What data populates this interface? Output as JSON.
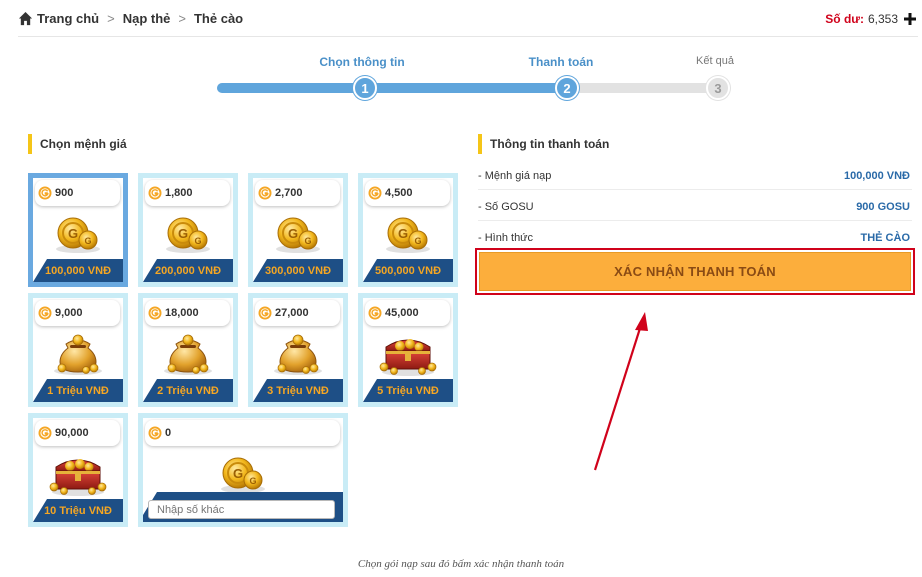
{
  "breadcrumb": {
    "items": [
      "Trang chủ",
      "Nạp thẻ",
      "Thẻ cào"
    ],
    "separator": ">"
  },
  "balance": {
    "label": "Số dư:",
    "value": "6,353"
  },
  "steps": [
    {
      "label": "Chọn thông tin",
      "number": "1",
      "state": "done"
    },
    {
      "label": "Thanh toán",
      "number": "2",
      "state": "active"
    },
    {
      "label": "Kết quả",
      "number": "3",
      "state": "inactive"
    }
  ],
  "denominations": {
    "title": "Chọn mệnh giá",
    "cards": [
      {
        "gold": "900",
        "price": "100,000 VNĐ",
        "selected": true,
        "icon": "coins-icon"
      },
      {
        "gold": "1,800",
        "price": "200,000 VNĐ",
        "selected": false,
        "icon": "coins-icon"
      },
      {
        "gold": "2,700",
        "price": "300,000 VNĐ",
        "selected": false,
        "icon": "coins-icon"
      },
      {
        "gold": "4,500",
        "price": "500,000 VNĐ",
        "selected": false,
        "icon": "coins-icon"
      },
      {
        "gold": "9,000",
        "price": "1 Triệu VNĐ",
        "selected": false,
        "icon": "gold-bag-icon"
      },
      {
        "gold": "18,000",
        "price": "2 Triệu VNĐ",
        "selected": false,
        "icon": "gold-bag-icon"
      },
      {
        "gold": "27,000",
        "price": "3 Triệu VNĐ",
        "selected": false,
        "icon": "gold-bag-icon"
      },
      {
        "gold": "45,000",
        "price": "5 Triệu VNĐ",
        "selected": false,
        "icon": "treasure-chest-icon"
      },
      {
        "gold": "90,000",
        "price": "10 Triệu VNĐ",
        "selected": false,
        "icon": "treasure-chest-icon"
      }
    ],
    "custom": {
      "gold": "0",
      "placeholder": "Nhập số khác"
    }
  },
  "payment": {
    "title": "Thông tin thanh toán",
    "rows": [
      {
        "label": "- Mệnh giá nạp",
        "value": "100,000 VNĐ"
      },
      {
        "label": "- Số GOSU",
        "value": "900 GOSU"
      },
      {
        "label": "- Hình thức",
        "value": "THẺ CÀO"
      }
    ],
    "confirm_label": "XÁC NHẬN THANH TOÁN"
  },
  "footer_note": "Chọn gói nạp sau đó bấm xác nhận thanh toán",
  "colors": {
    "accent_blue": "#5fa5dc",
    "price_bar": "#1e4f86",
    "price_text": "#f5a623",
    "confirm_button": "#fcae3c",
    "highlight_border": "#d0021b",
    "balance_label": "#d0021b"
  }
}
